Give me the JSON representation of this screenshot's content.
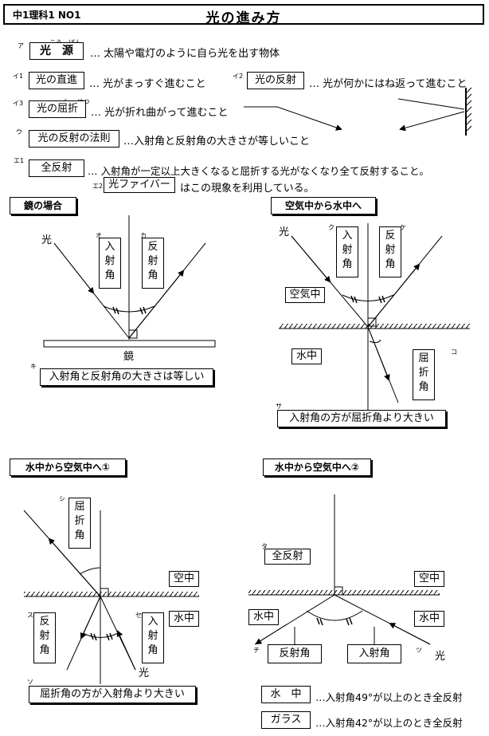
{
  "header": {
    "left": "中1理科1 NO1",
    "title": "光の進み方"
  },
  "terms": {
    "a": {
      "mark": "ア",
      "label": "光　源",
      "ruby": "こう　げん",
      "desc": "… 太陽や電灯のように自ら光を出す物体"
    },
    "i1": {
      "mark": "イ1",
      "label": "光の直進",
      "desc": "… 光がまっすぐ進むこと"
    },
    "i2": {
      "mark": "イ2",
      "label": "光の反射",
      "desc": "… 光が何かにはね返って進むこと"
    },
    "i3": {
      "mark": "イ3",
      "label": "光の屈折",
      "ruby": "くっ せつ",
      "desc": "… 光が折れ曲がって進むこと"
    },
    "u": {
      "mark": "ウ",
      "label": "光の反射の法則",
      "desc": "…入射角と反射角の大きさが等しいこと"
    },
    "e1": {
      "mark": "エ1",
      "label": "全反射",
      "desc": "… 入射角が一定以上大きくなると屈折する光がなくなり全て反射すること。"
    },
    "e2": {
      "mark": "エ2",
      "label": "光ファイバー",
      "desc": "はこの現象を利用している。"
    }
  },
  "mirror": {
    "title": "鏡の場合",
    "light": "光",
    "mark_o": "オ",
    "mark_ka": "カ",
    "mark_ki": "キ",
    "incident": [
      "入",
      "射",
      "角"
    ],
    "reflect": [
      "反",
      "射",
      "角"
    ],
    "mirror_label": "鏡",
    "conclusion": "入射角と反射角の大きさは等しい"
  },
  "air_to_water": {
    "title": "空気中から水中へ",
    "light": "光",
    "mark_ku": "ク",
    "mark_ke": "ケ",
    "mark_ko": "コ",
    "mark_sa": "サ",
    "incident": [
      "入",
      "射",
      "角"
    ],
    "reflect": [
      "反",
      "射",
      "角"
    ],
    "refract": [
      "屈",
      "折",
      "角"
    ],
    "air": "空気中",
    "water": "水中",
    "conclusion": "入射角の方が屈折角より大きい"
  },
  "water_to_air1": {
    "title": "水中から空気中へ①",
    "mark_shi": "シ",
    "mark_su": "ス",
    "mark_se": "セ",
    "mark_so": "ソ",
    "refract": [
      "屈",
      "折",
      "角"
    ],
    "reflect": [
      "反",
      "射",
      "角"
    ],
    "incident": [
      "入",
      "射",
      "角"
    ],
    "air": "空中",
    "water": "水中",
    "light": "光",
    "conclusion": "屈折角の方が入射角より大きい"
  },
  "water_to_air2": {
    "title": "水中から空気中へ②",
    "mark_ta": "タ",
    "mark_chi": "チ",
    "mark_tsu": "ツ",
    "total": "全反射",
    "air": "空中",
    "water_left": "水中",
    "water_right": "水中",
    "reflect": "反射角",
    "incident": "入射角",
    "light": "光"
  },
  "critical": [
    {
      "medium": "水　中",
      "desc": "…入射角49°が以上のとき全反射"
    },
    {
      "medium": "ガラス",
      "desc": "…入射角42°が以上のとき全反射"
    }
  ]
}
